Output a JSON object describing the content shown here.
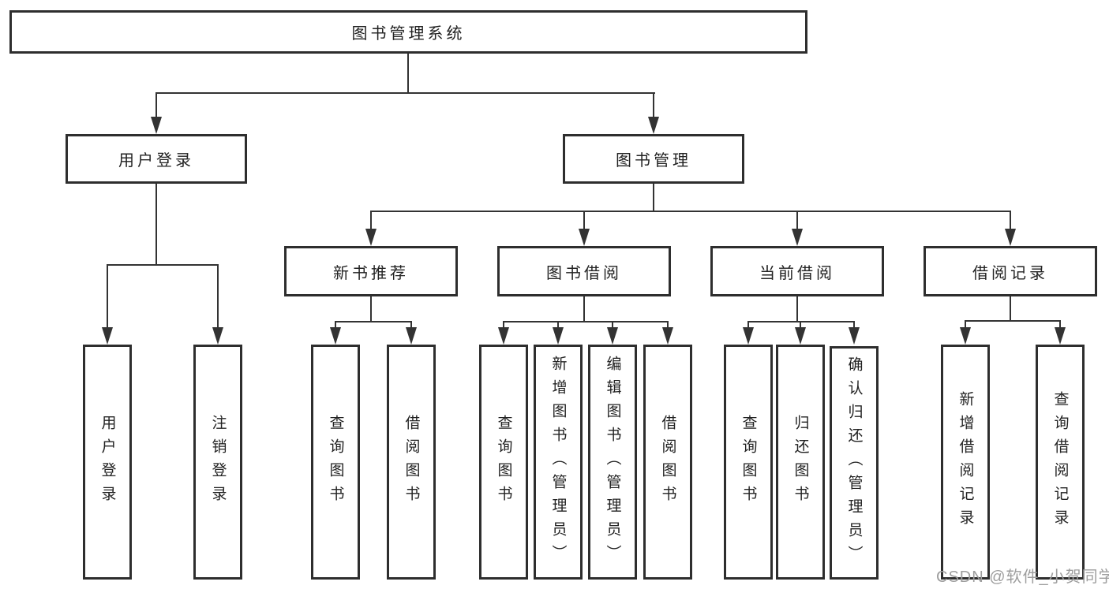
{
  "diagram": {
    "root_label": "图书管理系统",
    "level2": {
      "left": "用户登录",
      "right": "图书管理"
    },
    "level3": [
      {
        "label": "新书推荐"
      },
      {
        "label": "图书借阅"
      },
      {
        "label": "当前借阅"
      },
      {
        "label": "借阅记录"
      }
    ],
    "leaves": {
      "login": [
        "用户登录",
        "注销登录"
      ],
      "recommend": [
        "查询图书",
        "借阅图书"
      ],
      "borrow": [
        "查询图书",
        "新增图书（管理员）",
        "编辑图书（管理员）",
        "借阅图书"
      ],
      "current": [
        "查询图书",
        "归还图书",
        "确认归还（管理员）"
      ],
      "records": [
        "新增借阅记录",
        "查询借阅记录"
      ]
    },
    "colors": {
      "line": "#333333",
      "box_border": "#2e2e2e",
      "text": "#222222",
      "watermark": "#9e9e9e",
      "background": "#ffffff"
    }
  },
  "watermark": "CSDN @软件_小贺同学"
}
